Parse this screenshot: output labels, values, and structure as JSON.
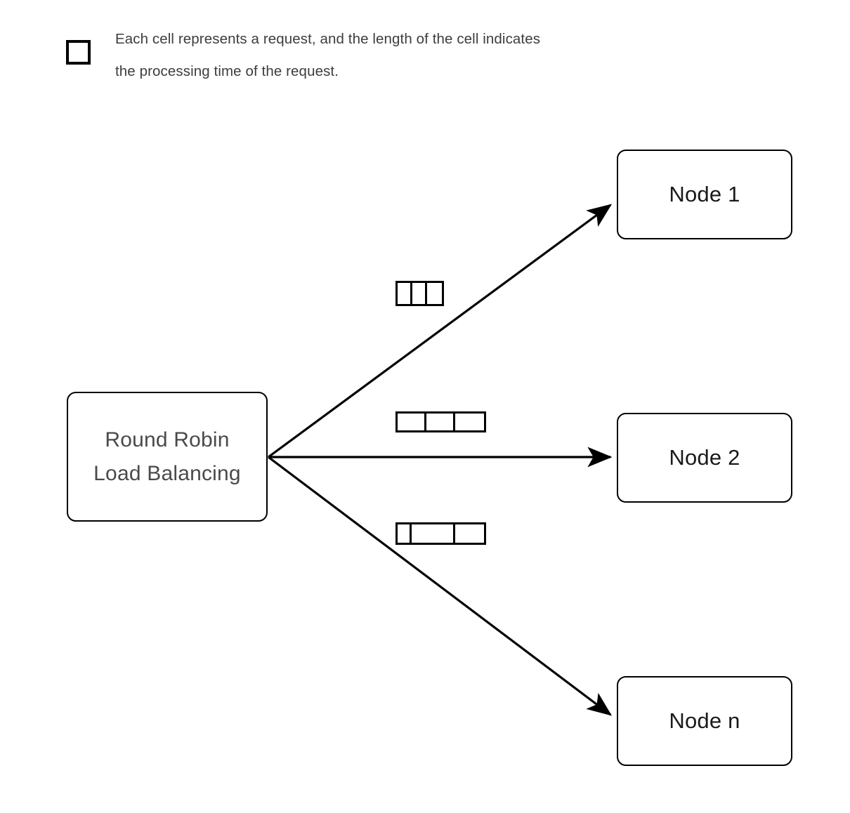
{
  "legend": {
    "swatch_icon": "square-outline-icon",
    "caption": "Each cell represents a request, and the length of the cell indicates\nthe processing time of the request."
  },
  "diagram": {
    "title": "Round Robin Load Balancing",
    "balancer": {
      "label": "Round Robin\nLoad Balancing",
      "text_color": "#4a4a4a"
    },
    "nodes": [
      {
        "id": "node-1",
        "label": "Node 1"
      },
      {
        "id": "node-2",
        "label": "Node 2"
      },
      {
        "id": "node-n",
        "label": "Node n"
      }
    ],
    "edges": [
      {
        "id": "edge-to-node-1",
        "from": "balancer",
        "to": "node-1",
        "arrowhead": "filled-triangle"
      },
      {
        "id": "edge-to-node-2",
        "from": "balancer",
        "to": "node-2",
        "arrowhead": "filled-triangle"
      },
      {
        "id": "edge-to-node-n",
        "from": "balancer",
        "to": "node-n",
        "arrowhead": "filled-triangle"
      }
    ],
    "request_queues": [
      {
        "id": "queue-node-1",
        "for_node": "node-1",
        "cell_count": 3,
        "cell_widths": [
          21,
          21,
          21
        ]
      },
      {
        "id": "queue-node-2",
        "for_node": "node-2",
        "cell_count": 3,
        "cell_widths": [
          41,
          41,
          40
        ]
      },
      {
        "id": "queue-node-n",
        "for_node": "node-n",
        "cell_count": 3,
        "cell_widths": [
          20,
          62,
          40
        ]
      }
    ],
    "colors": {
      "stroke": "#000000",
      "background": "#ffffff",
      "node_text": "#1a1a1a",
      "caption_text": "#3d3d3d"
    }
  }
}
